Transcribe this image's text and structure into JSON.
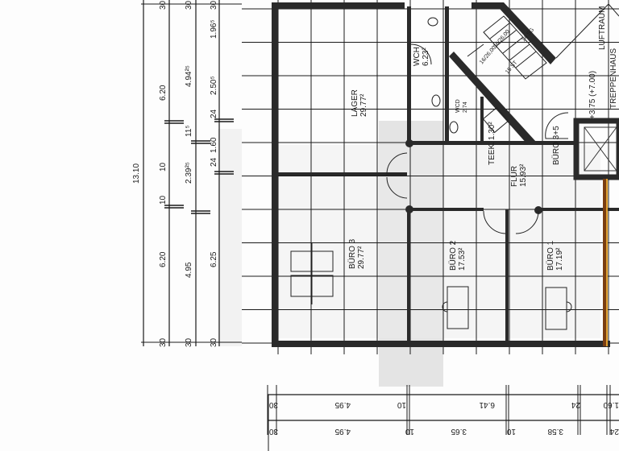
{
  "rooms": {
    "lager": {
      "name": "LAGER",
      "area": "29.77²"
    },
    "wch": {
      "name": "WCH",
      "area": "6.23²"
    },
    "wcd": {
      "name": "WCD",
      "area": "2.74"
    },
    "teek": {
      "name": "TEEK.",
      "area": "1.30²"
    },
    "flur": {
      "name": "FLUR",
      "area": "15.93²"
    },
    "buero35": {
      "name": "BÜRO 3+5"
    },
    "buero3": {
      "name": "BÜRO 3",
      "area": "29.77²"
    },
    "buero2": {
      "name": "BÜRO 2",
      "area": "17.53²"
    },
    "buero1": {
      "name": "BÜRO 1",
      "area": "17.19²"
    },
    "treppenhaus": {
      "name": "TREPPENHAUS"
    },
    "luftraum": {
      "name": "LUFTRAUM"
    }
  },
  "level": "+3.75 (+7.00)",
  "stair_labels": [
    "16/26,00",
    "16/26,00",
    "14 SG",
    "15 ST"
  ],
  "left_dims": {
    "col1": [
      "13.10"
    ],
    "col2": [
      "30",
      "6.20",
      "10",
      "10",
      "6.20",
      "30"
    ],
    "col3": [
      "30",
      "4.94²⁵",
      "11⁵",
      "2.39²⁵",
      "4.95",
      "30"
    ],
    "col4": [
      "30",
      "1.96⁵",
      "2.50⁵",
      "24",
      "1.60",
      "24",
      "6.25",
      "30"
    ]
  },
  "bottom_dims": {
    "row1": [
      "30",
      "4.95",
      "10",
      "6.41",
      "24",
      "1.60"
    ],
    "row2": [
      "30",
      "4.95",
      "10",
      "3.65",
      "10",
      "3.58",
      "24"
    ]
  },
  "colors": {
    "line": "#1a1a1a",
    "wall": "#2a2a2a",
    "facade": "#7a3e12",
    "facade_edge": "#e0a030"
  }
}
